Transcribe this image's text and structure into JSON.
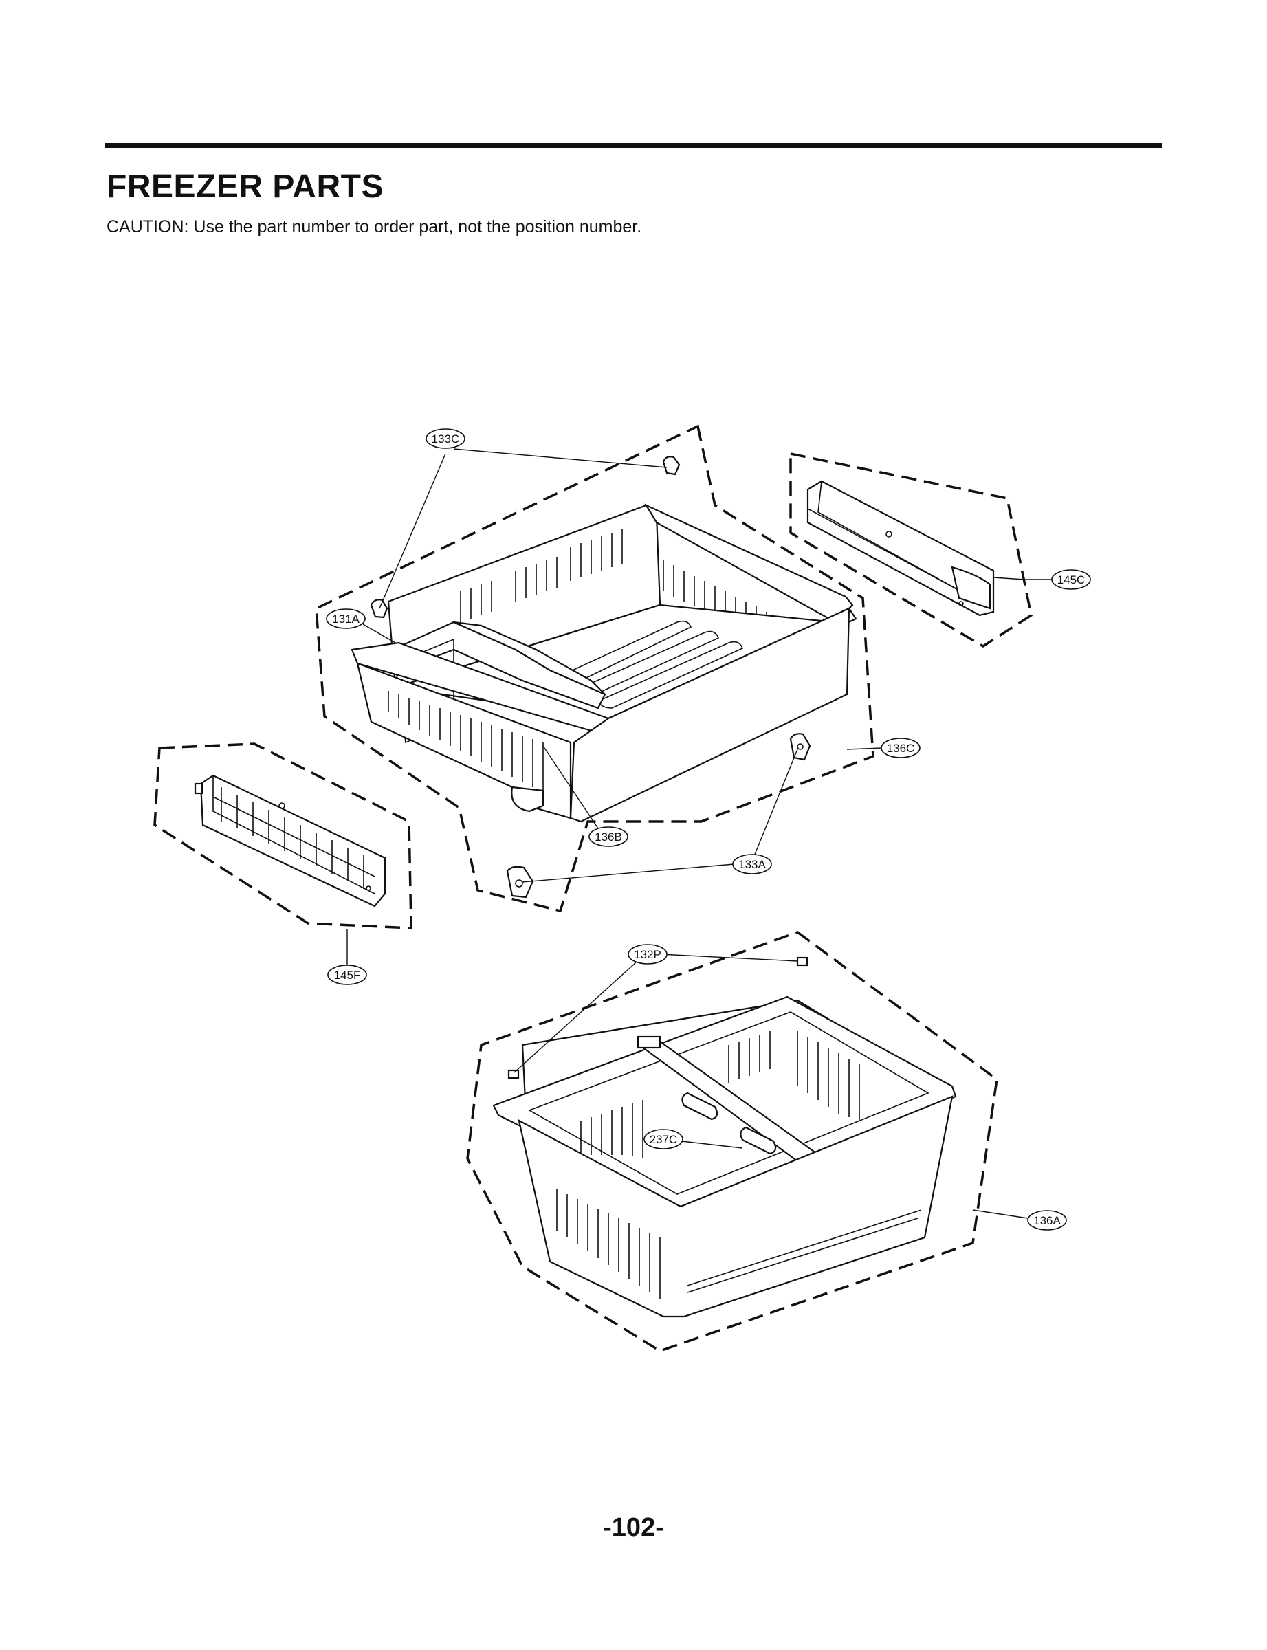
{
  "header": {
    "title": "FREEZER PARTS",
    "caution": "CAUTION: Use the part number to order part, not the position number."
  },
  "callouts": {
    "c133C": "133C",
    "c131A": "131A",
    "c145C": "145C",
    "c136C": "136C",
    "c136B": "136B",
    "c133A": "133A",
    "c145F": "145F",
    "c132P": "132P",
    "c237C": "237C",
    "c136A": "136A"
  },
  "footer": {
    "page_number": "-102-"
  }
}
